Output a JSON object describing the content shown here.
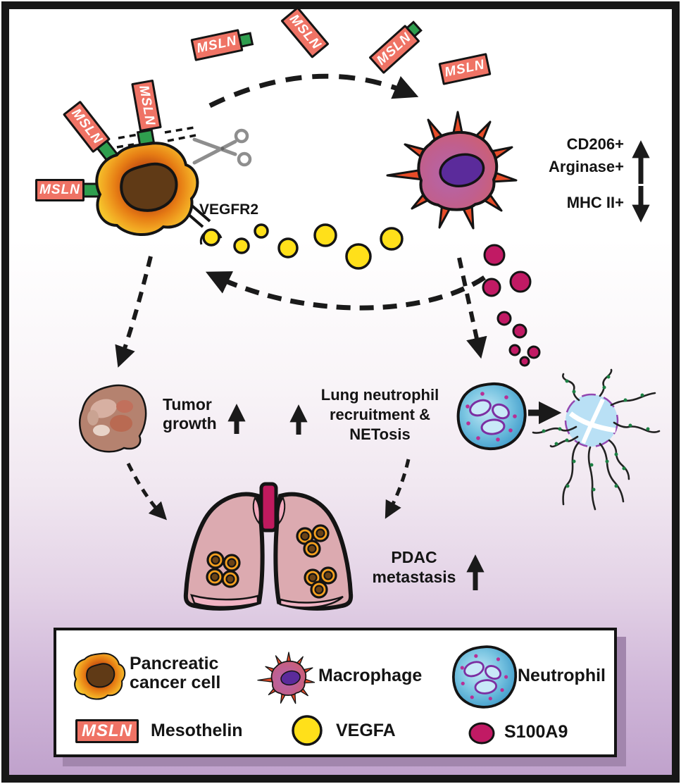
{
  "diagram": {
    "labels": {
      "msln": "MSLN",
      "vegfr2": "VEGFR2",
      "cd206": "CD206+",
      "arginase": "Arginase+",
      "mhc2": "MHC II+",
      "tumor_growth": "Tumor growth",
      "lung_recruitment": "Lung neutrophil recruitment & NETosis",
      "pdac_metastasis": "PDAC metastasis"
    },
    "legend": {
      "pancreatic_cancer_cell": "Pancreatic cancer cell",
      "macrophage": "Macrophage",
      "neutrophil": "Neutrophil",
      "mesothelin": "Mesothelin",
      "vegfa": "VEGFA",
      "s100a9": "S100A9"
    },
    "colors": {
      "msln": "#ef7365",
      "msln_stalk": "#2f9e4e",
      "vegfa": "#ffe01a",
      "s100a9": "#c11a64",
      "cancer_cell_outer": "#f5c42c",
      "cancer_cell_inner": "#c85512",
      "cancer_nucleus": "#603a16",
      "macrophage_body": "#c05f8e",
      "macrophage_spikes": "#e74c28",
      "macrophage_nucleus": "#5b2b9b",
      "neutrophil_body": "#7cc6e2",
      "neutrophil_nucleus_outline": "#7c2fa2",
      "net_dna_dots": "#1d8044",
      "lung": "#dcaab0",
      "trachea": "#c01a5e",
      "tumor": "#b5826f",
      "arrow": "#1a1a1a",
      "background_bottom": "#c0a2cc"
    }
  }
}
